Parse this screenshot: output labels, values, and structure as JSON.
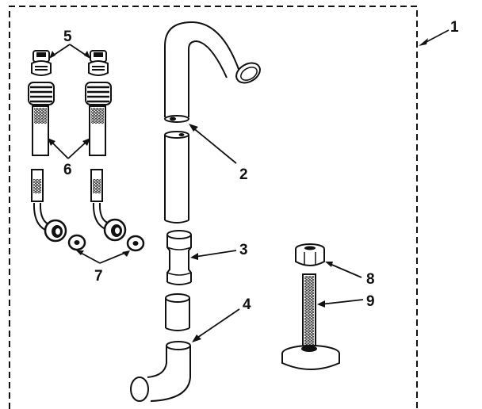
{
  "diagram": {
    "callouts": {
      "kit": "1",
      "hose": "2",
      "coupling": "3",
      "elbow": "4",
      "nuts": "5",
      "fittings": "6",
      "washers": "7",
      "foot_cap": "8",
      "foot_screw": "9"
    },
    "colors": {
      "line": "#111111",
      "background": "#ffffff"
    }
  }
}
